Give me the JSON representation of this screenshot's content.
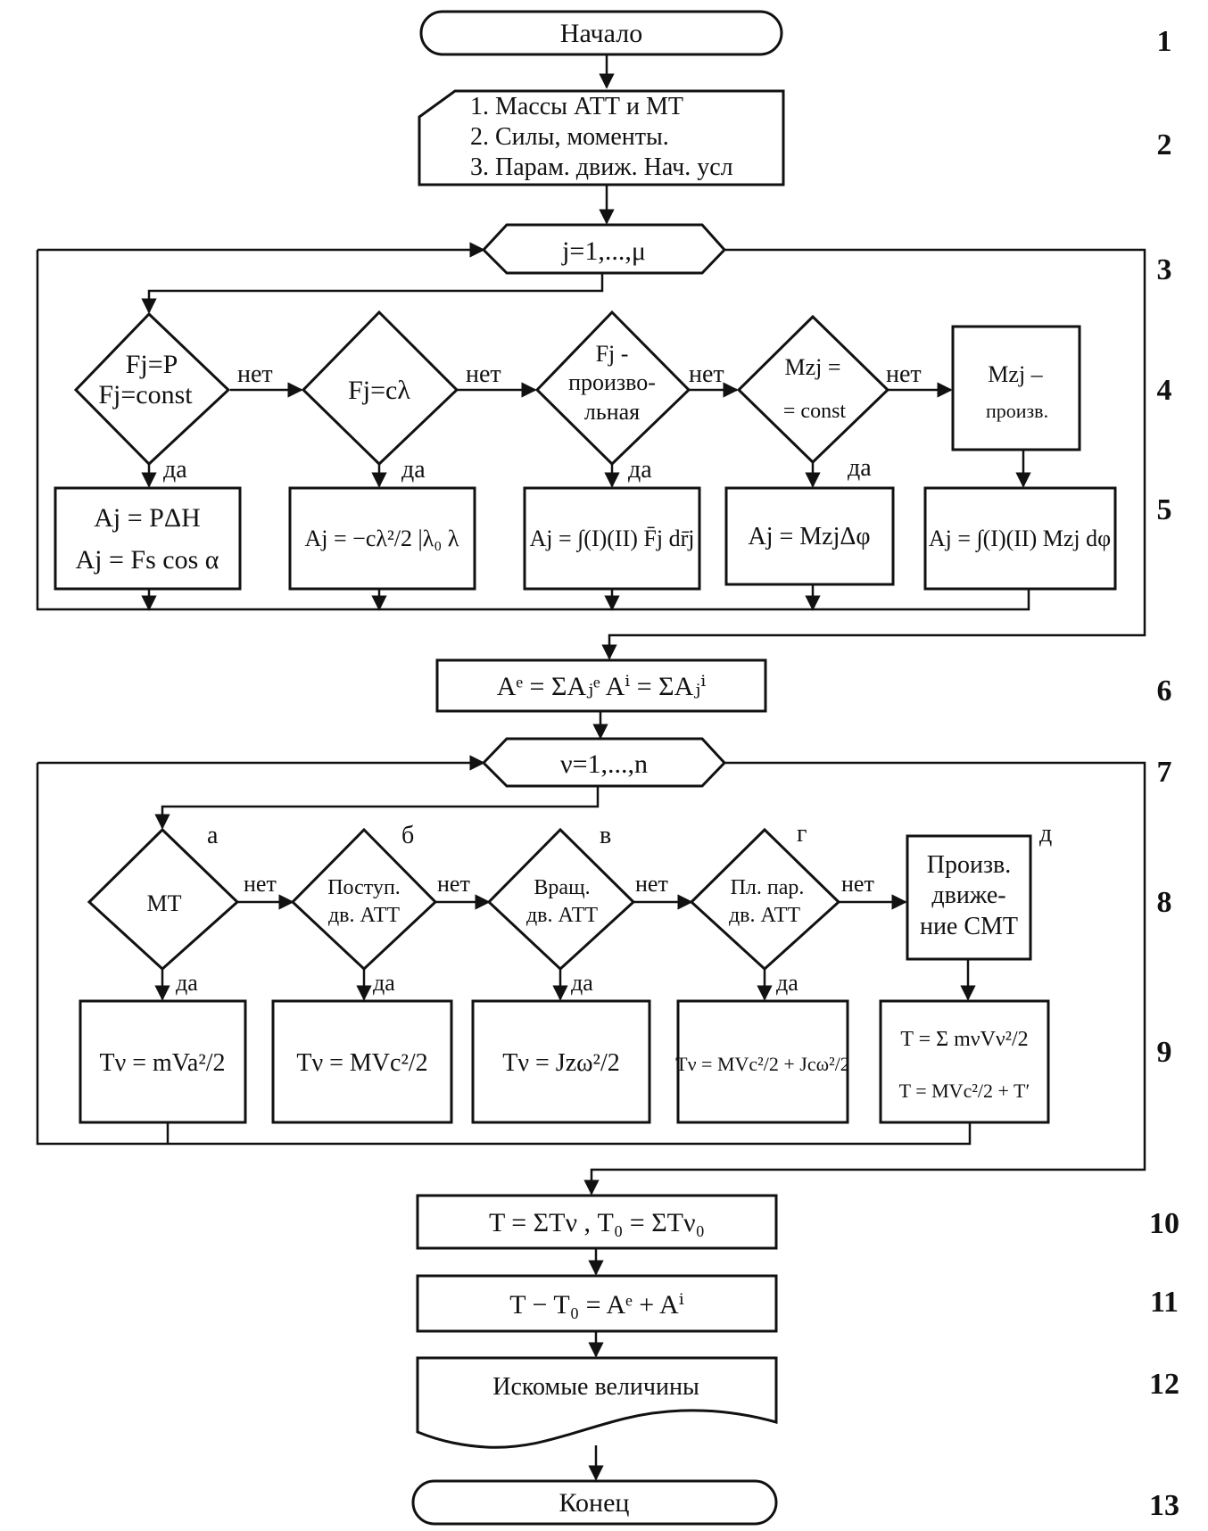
{
  "step_numbers": [
    "1",
    "2",
    "3",
    "4",
    "5",
    "6",
    "7",
    "8",
    "9",
    "10",
    "11",
    "12",
    "13"
  ],
  "start": "Начало",
  "end": "Конец",
  "input": {
    "lines": [
      "1. Массы АТТ и МТ",
      "2. Силы, моменты.",
      "3. Парам. движ. Нач. усл"
    ]
  },
  "loop1": "j=1,...,μ",
  "loop2": "ν=1,...,n",
  "yes": "да",
  "no": "нет",
  "forces": {
    "d1": [
      "Fj=P",
      "Fj=const"
    ],
    "d2": "Fj=cλ",
    "d3": [
      "Fj -",
      "произво-",
      "льная"
    ],
    "d4": [
      "Mzj =",
      "= const"
    ],
    "p5": [
      "Mzj –",
      "произв."
    ],
    "f1": [
      "Aj = PΔH",
      "Aj = Fs cos α"
    ],
    "f2": "Aj = −cλ²/2 |λ₀ λ",
    "f3": "Aj = ∫(I)(II) F̄j dr̄j",
    "f4": "Aj = MzjΔφ",
    "f5": "Aj = ∫(I)(II) Mzj dφ"
  },
  "sum_work": "Aᵉ = ΣAⱼᵉ   Aⁱ = ΣAⱼⁱ",
  "kinetic": {
    "letters": [
      "а",
      "б",
      "в",
      "г",
      "д"
    ],
    "d1": "МТ",
    "d2": [
      "Поступ.",
      "дв. АТТ"
    ],
    "d3": [
      "Вращ.",
      "дв. АТТ"
    ],
    "d4": [
      "Пл. пар.",
      "дв. АТТ"
    ],
    "p5": [
      "Произв.",
      "движе-",
      "ние СМТ"
    ],
    "f1": "Tν = mVa²/2",
    "f2": "Tν = MVc²/2",
    "f3": "Tν = Jzω²/2",
    "f4": "Tν = MVc²/2 + Jcω²/2",
    "f5": [
      "T = Σ mνVν²/2",
      "T = MVc²/2 + T′"
    ]
  },
  "sum_t": "T = ΣTν ,   T₀ = ΣTν₀",
  "theorem": "T − T₀ = Aᵉ + Aⁱ",
  "output": "Искомые величины"
}
